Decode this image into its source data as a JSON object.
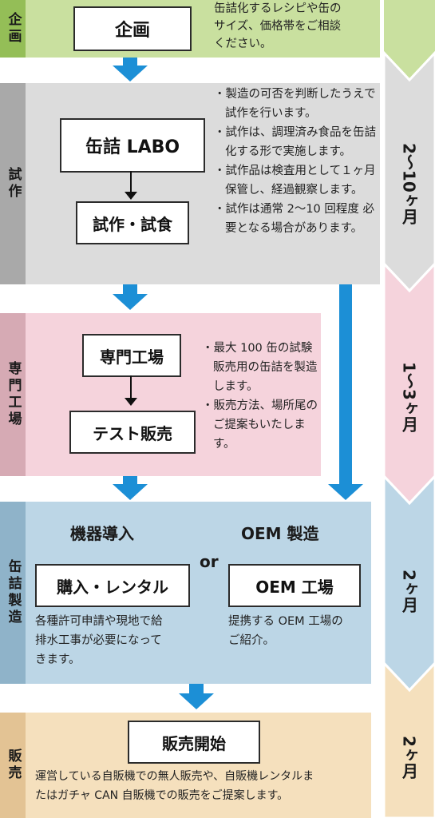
{
  "sections": {
    "kikaku": {
      "label": "企画",
      "box": "企画",
      "note": [
        "缶詰化するレシピや缶の",
        "サイズ、価格帯をご相談",
        "ください。"
      ],
      "colors": {
        "side": "#94be57",
        "panel": "#c9e09f"
      }
    },
    "shisaku": {
      "label": "試作",
      "box1": "缶詰 LABO",
      "box2": "試作・試食",
      "notes": [
        "・製造の可否を判断したうえで試作を行います。",
        "・試作は、調理済み食品を缶詰化する形で実施します。",
        "・試作品は検査用として１ヶ月保管し、経過観察します。",
        "・試作は通常 2〜10 回程度 必要となる場合があります。"
      ],
      "colors": {
        "side": "#a9a9a9",
        "panel": "#dcdcdc"
      }
    },
    "senmon": {
      "label": "専門工場",
      "box1": "専門工場",
      "box2": "テスト販売",
      "notes": [
        "・最大 100 缶の試験販売用の缶詰を製造します。",
        "・販売方法、場所尾のご提案もいたします。"
      ],
      "colors": {
        "side": "#d6aab4",
        "panel": "#f5d3dc"
      }
    },
    "kanzume": {
      "label": "缶詰製造",
      "left_title": "機器導入",
      "or": "or",
      "right_title": "OEM 製造",
      "left_box": "購入・レンタル",
      "right_box": "OEM 工場",
      "left_note": [
        "各種許可申請や現地で給",
        "排水工事が必要になって",
        "きます。"
      ],
      "right_note": [
        "提携する OEM 工場の",
        "ご紹介。"
      ],
      "colors": {
        "side": "#8fb3c9",
        "panel": "#bcd6e6"
      }
    },
    "hanbai": {
      "label": "販売",
      "box": "販売開始",
      "note": [
        "運営している自販機での無人販売や、自販機レンタルま",
        "たはガチャ CAN 自販機での販売をご提案します。"
      ],
      "colors": {
        "side": "#e3c394",
        "panel": "#f5e0bd"
      }
    }
  },
  "durations": [
    {
      "text": "2〜10ヶ月",
      "color": "#dcdcdc"
    },
    {
      "text": "1〜3ヶ月",
      "color": "#f5d3dc"
    },
    {
      "text": "2ヶ月",
      "color": "#bcd6e6"
    },
    {
      "text": "2ヶ月",
      "color": "#f5e0bd"
    }
  ],
  "colors": {
    "arrow_blue": "#1c8fd6",
    "chevron_green": "#c9e09f"
  }
}
